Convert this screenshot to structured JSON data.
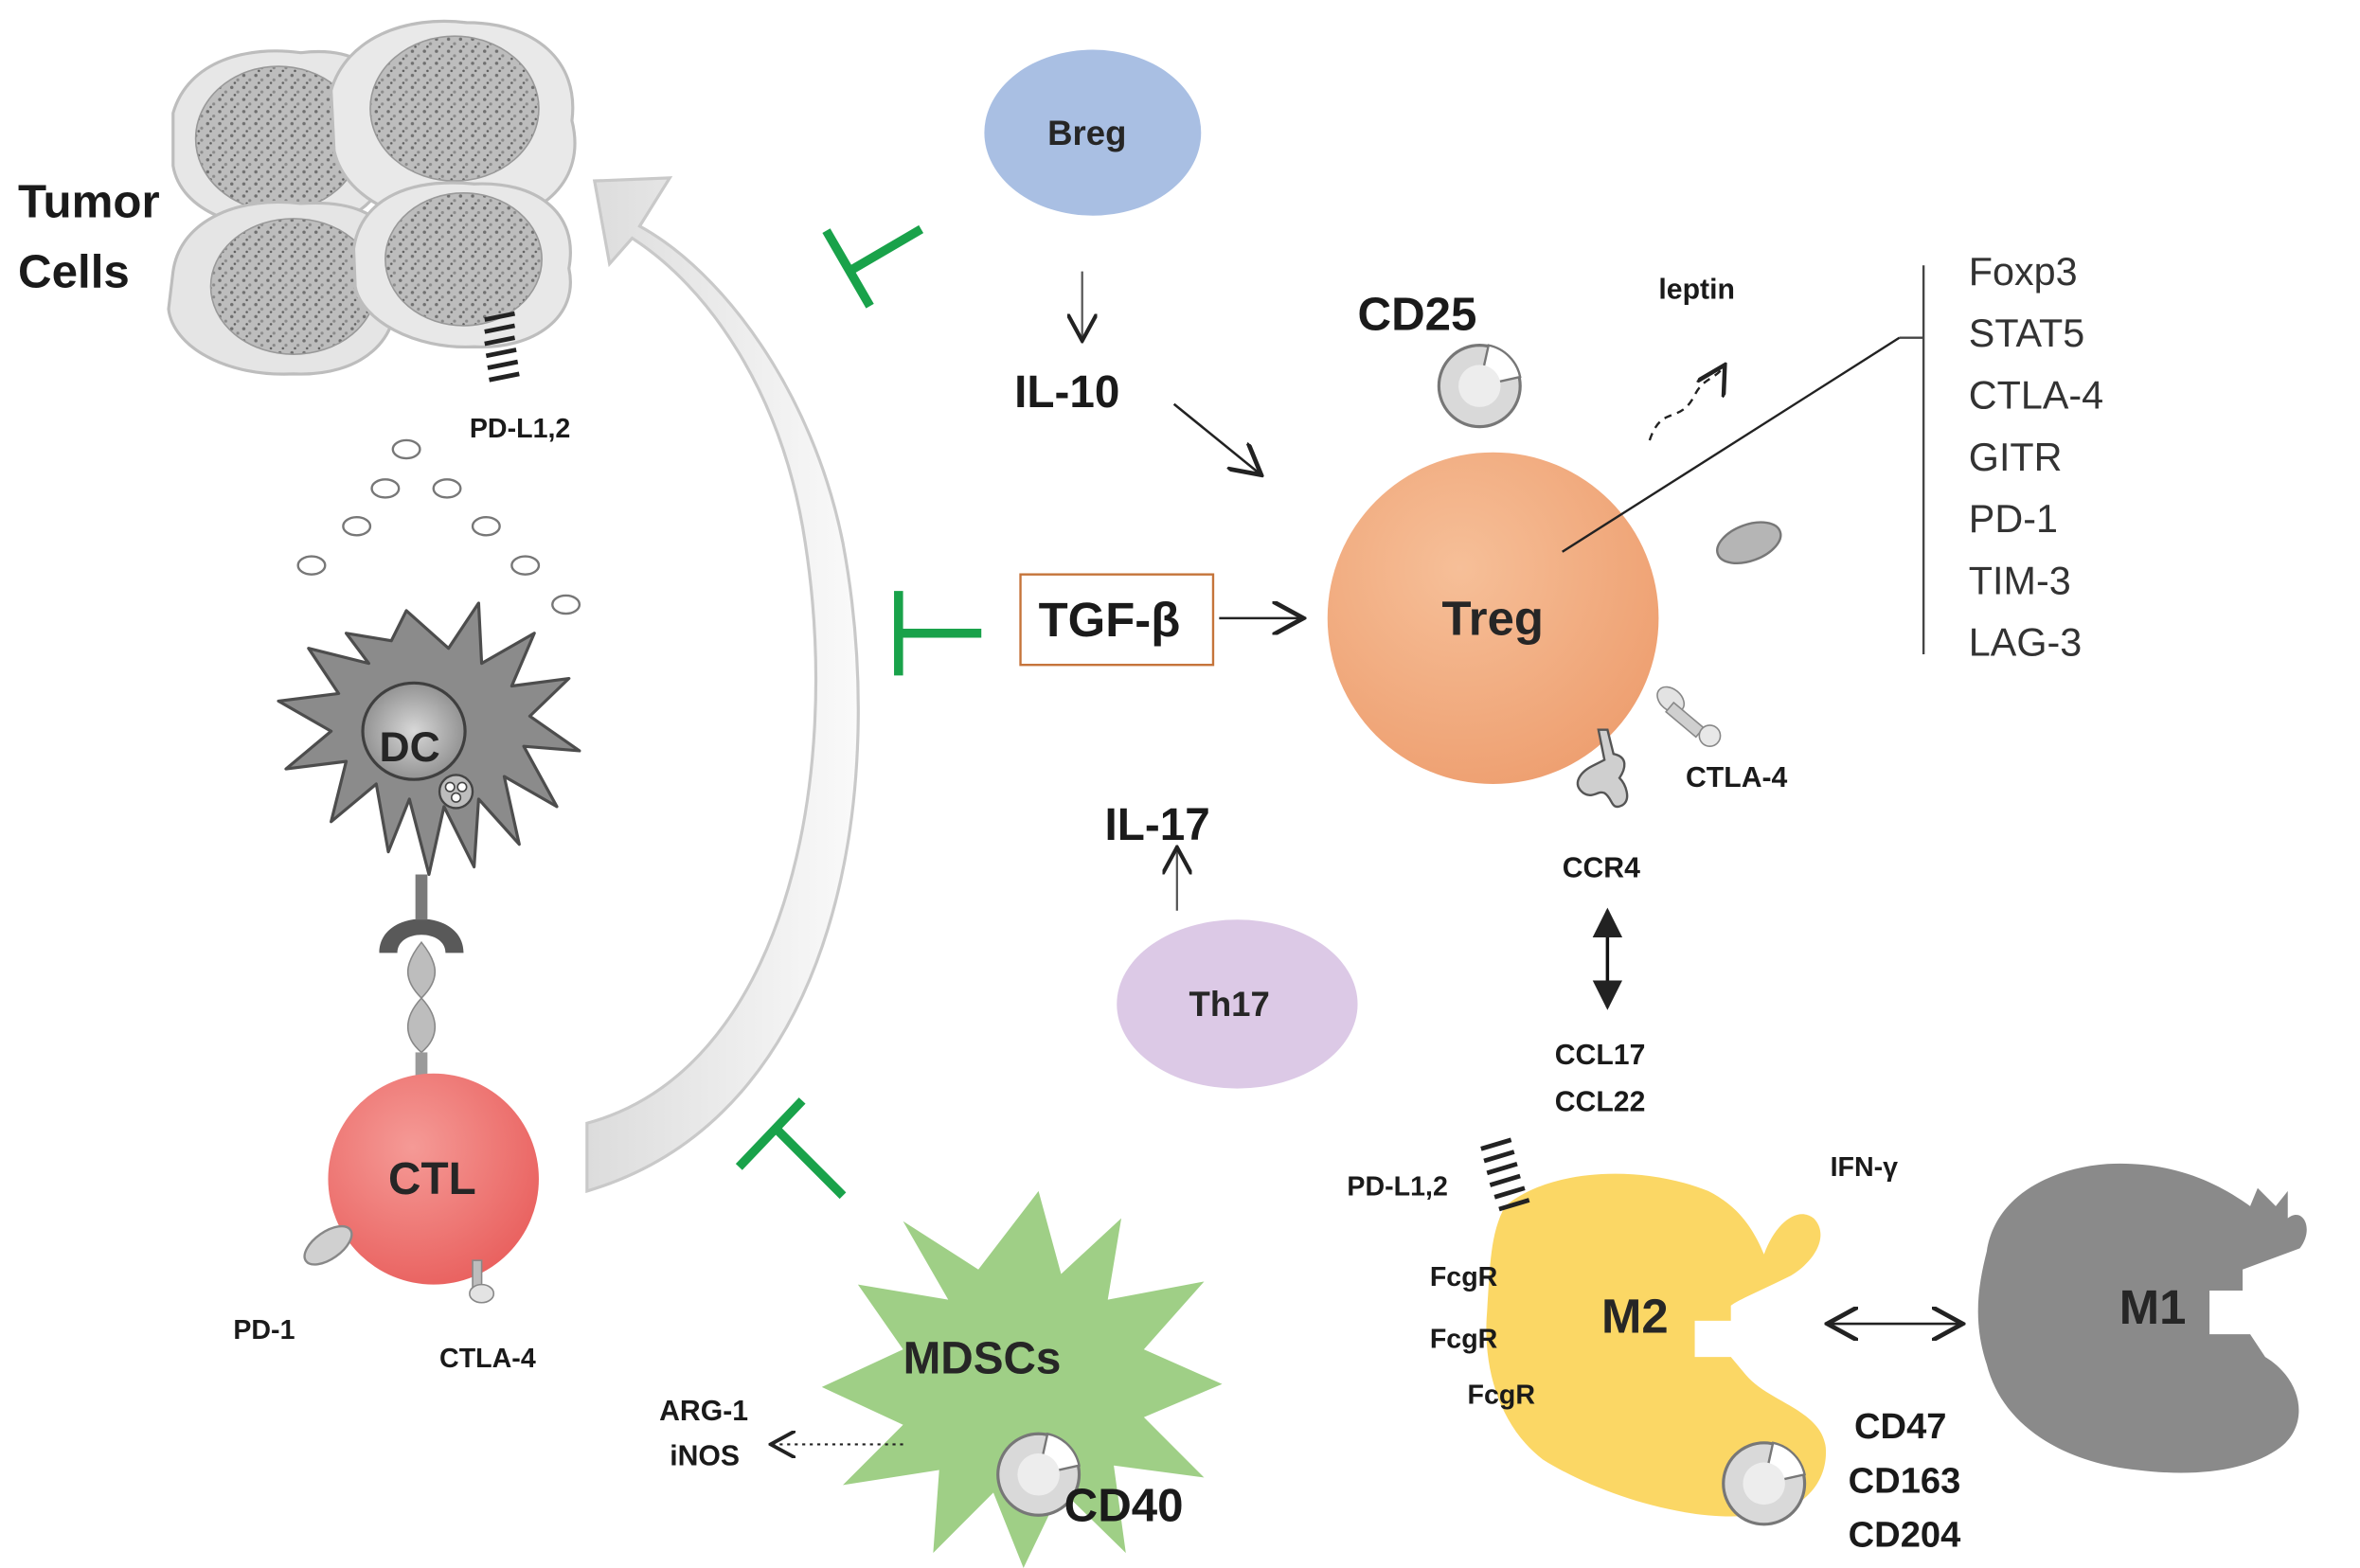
{
  "colors": {
    "breg": "#a9bfe3",
    "treg": "#f2b085",
    "th17": "#dcc9e6",
    "ctl": "#f07a78",
    "mdsc": "#9fcf86",
    "m2": "#fbd765",
    "m1": "#8a8a8a",
    "inhibit": "#19a24a",
    "tgf_border": "#c5743a",
    "cell_grey": "#9a9a9a"
  },
  "nodes": {
    "tumor": "Tumor\nCells",
    "breg": "Breg",
    "treg": "Treg",
    "th17": "Th17",
    "dc": "DC",
    "ctl": "CTL",
    "mdsc": "MDSCs",
    "m2": "M2",
    "m1": "M1"
  },
  "cytokines": {
    "il10": "IL-10",
    "tgfb": "TGF-β",
    "il17": "IL-17",
    "leptin": "leptin",
    "ifng": "IFN-γ",
    "ccl17": "CCL17",
    "ccl22": "CCL22",
    "arg1": "ARG-1",
    "inos": "iNOS"
  },
  "receptors": {
    "cd25": "CD25",
    "ctla4_treg": "CTLA-4",
    "ccr4": "CCR4",
    "pdl1_tumor": "PD-L1,2",
    "pd1": "PD-1",
    "ctla4_ctl": "CTLA-4",
    "cd40": "CD40",
    "pdl1_m2": "PD-L1,2",
    "fcgr1": "FcgR",
    "fcgr2": "FcgR",
    "fcgr3": "FcgR",
    "cd47": "CD47",
    "cd163": "CD163",
    "cd204": "CD204"
  },
  "treg_markers": [
    "Foxp3",
    "STAT5",
    "CTLA-4",
    "GITR",
    "PD-1",
    "TIM-3",
    "LAG-3"
  ],
  "icons": [
    "tumor-cell-icon",
    "dendritic-cell-icon",
    "receptor-icon",
    "inhibition-bar-icon"
  ]
}
